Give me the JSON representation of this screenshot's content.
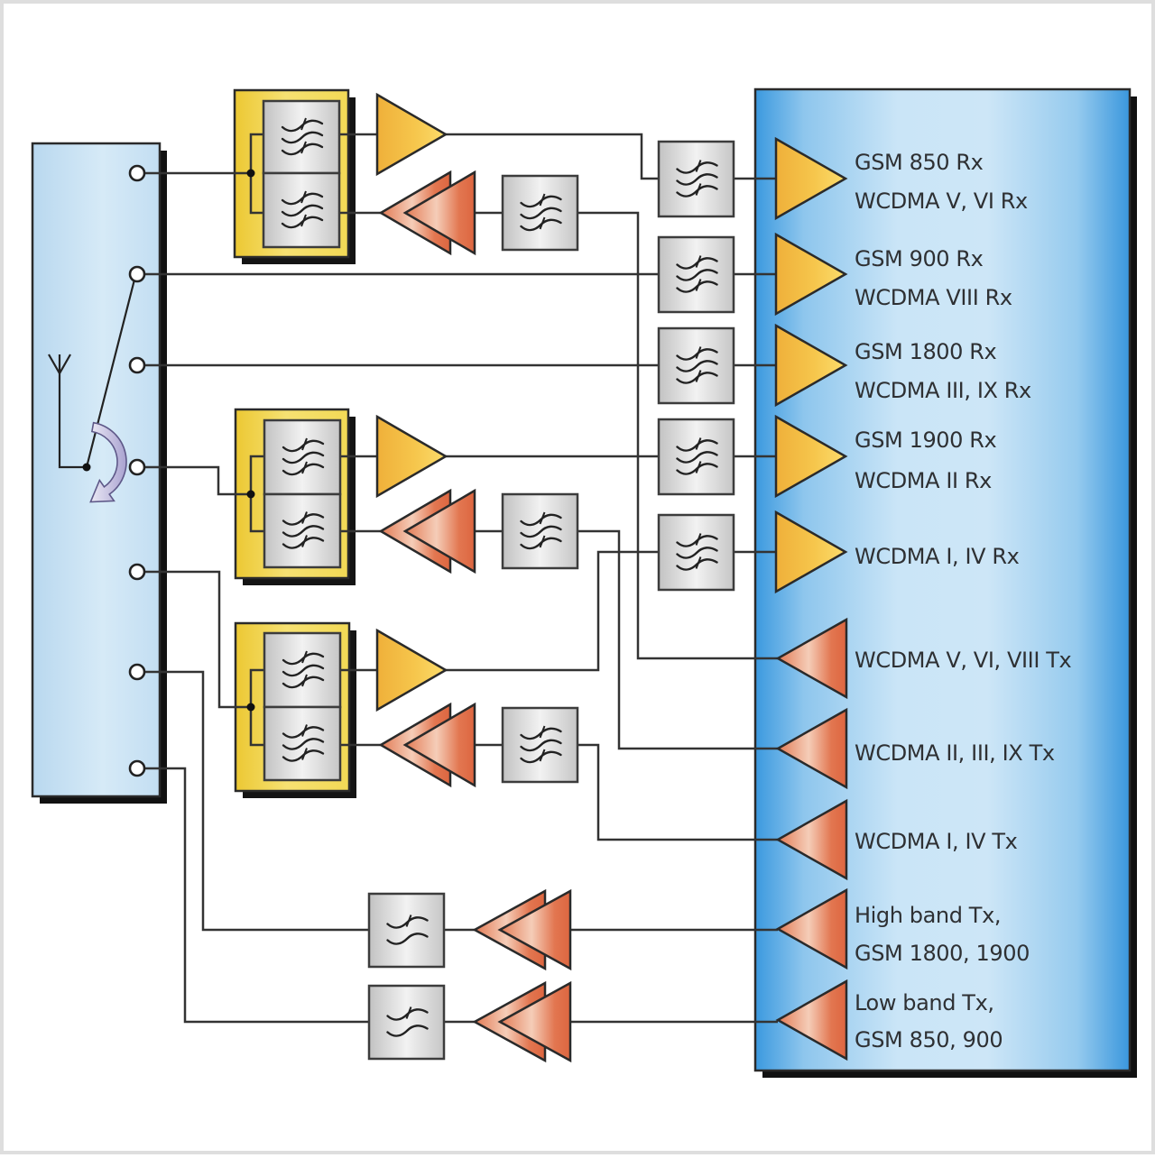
{
  "diagram": {
    "antenna_switch": {
      "port_count": 7,
      "icons": [
        "antenna-icon",
        "switch-arm",
        "rotate-arrow-icon"
      ]
    },
    "duplexer_count": 3,
    "labels": {
      "rx": [
        {
          "line1": "GSM 850 Rx",
          "line2": "WCDMA V, VI Rx"
        },
        {
          "line1": "GSM 900 Rx",
          "line2": "WCDMA VIII Rx"
        },
        {
          "line1": "GSM 1800 Rx",
          "line2": "WCDMA III, IX Rx"
        },
        {
          "line1": "GSM 1900 Rx",
          "line2": "WCDMA II Rx"
        },
        {
          "line1": "WCDMA I, IV Rx"
        }
      ],
      "tx": [
        {
          "line1": "WCDMA V, VI, VIII Tx"
        },
        {
          "line1": "WCDMA II, III, IX Tx"
        },
        {
          "line1": "WCDMA I, IV Tx"
        },
        {
          "line1": "High band Tx,",
          "line2": "GSM 1800, 1900"
        },
        {
          "line1": "Low band Tx,",
          "line2": "GSM 850, 900"
        }
      ]
    },
    "icon_legend": {
      "bandpass_filter": "bandpass-filter-icon",
      "lowpass_filter": "lowpass-filter-icon",
      "rx_amplifier": "rx-amplifier-icon",
      "tx_amplifier": "tx-amplifier-icon",
      "tx_amplifier_pair": "tx-amplifier-pair-icon"
    }
  },
  "colors": {
    "rx_amplifier": "#f6c64c",
    "rx_amplifier_dark": "#efb03a",
    "tx_amplifier": "#dd6640",
    "tx_amplifier_light": "#f5cdb8",
    "duplexer": "#f6e172",
    "transceiver_box": "#3b99df",
    "transceiver_box_light": "#cde6f7",
    "switch_box": "#d6eaf7",
    "filter": "#f2f2f2",
    "wire": "#333333"
  }
}
